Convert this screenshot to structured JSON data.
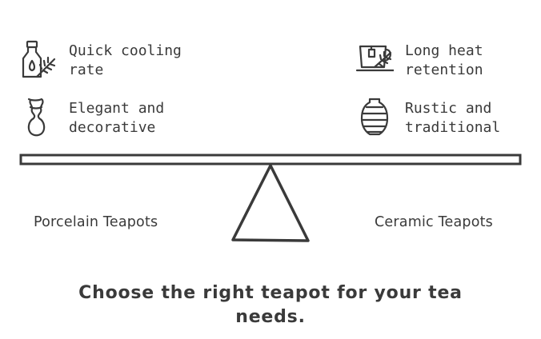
{
  "left": {
    "features": [
      {
        "icon": "bottle-herb-icon",
        "text": "Quick cooling rate"
      },
      {
        "icon": "vase-icon",
        "text": "Elegant and decorative"
      }
    ],
    "label": "Porcelain Teapots"
  },
  "right": {
    "features": [
      {
        "icon": "teacup-herb-icon",
        "text": "Long heat retention"
      },
      {
        "icon": "urn-icon",
        "text": "Rustic and traditional"
      }
    ],
    "label": "Ceramic Teapots"
  },
  "caption": "Choose the right teapot for your tea needs.",
  "colors": {
    "stroke": "#3a3a3a",
    "background": "#ffffff"
  }
}
